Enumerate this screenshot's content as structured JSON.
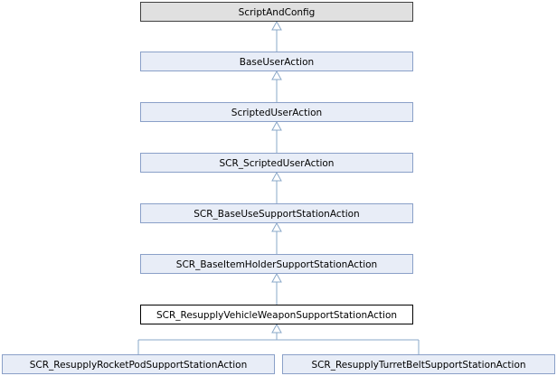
{
  "nodes": [
    {
      "id": "script-and-config",
      "label": "ScriptAndConfig",
      "fill": "#e0e0e0",
      "stroke": "#404040"
    },
    {
      "id": "base-user-action",
      "label": "BaseUserAction",
      "fill": "#e8edf7",
      "stroke": "#8aa0c8"
    },
    {
      "id": "scripted-user-action",
      "label": "ScriptedUserAction",
      "fill": "#e8edf7",
      "stroke": "#8aa0c8"
    },
    {
      "id": "scr-scripted-user-action",
      "label": "SCR_ScriptedUserAction",
      "fill": "#e8edf7",
      "stroke": "#8aa0c8"
    },
    {
      "id": "scr-base-use-support-station-action",
      "label": "SCR_BaseUseSupportStationAction",
      "fill": "#e8edf7",
      "stroke": "#8aa0c8"
    },
    {
      "id": "scr-base-item-holder-support-station-action",
      "label": "SCR_BaseItemHolderSupportStationAction",
      "fill": "#e8edf7",
      "stroke": "#8aa0c8"
    },
    {
      "id": "scr-resupply-vehicle-weapon-support-station-action",
      "label": "SCR_ResupplyVehicleWeaponSupportStationAction",
      "fill": "#ffffff",
      "stroke": "#000000"
    },
    {
      "id": "scr-resupply-rocket-pod-support-station-action",
      "label": "SCR_ResupplyRocketPodSupportStationAction",
      "fill": "#e8edf7",
      "stroke": "#8aa0c8"
    },
    {
      "id": "scr-resupply-turret-belt-support-station-action",
      "label": "SCR_ResupplyTurretBeltSupportStationAction",
      "fill": "#e8edf7",
      "stroke": "#8aa0c8"
    }
  ],
  "edges": [
    {
      "from": "base-user-action",
      "to": "script-and-config"
    },
    {
      "from": "scripted-user-action",
      "to": "base-user-action"
    },
    {
      "from": "scr-scripted-user-action",
      "to": "scripted-user-action"
    },
    {
      "from": "scr-base-use-support-station-action",
      "to": "scr-scripted-user-action"
    },
    {
      "from": "scr-base-item-holder-support-station-action",
      "to": "scr-base-use-support-station-action"
    },
    {
      "from": "scr-resupply-vehicle-weapon-support-station-action",
      "to": "scr-base-item-holder-support-station-action"
    },
    {
      "from": "scr-resupply-rocket-pod-support-station-action",
      "to": "scr-resupply-vehicle-weapon-support-station-action"
    },
    {
      "from": "scr-resupply-turret-belt-support-station-action",
      "to": "scr-resupply-vehicle-weapon-support-station-action"
    }
  ],
  "edge_color": "#8aa8c8"
}
